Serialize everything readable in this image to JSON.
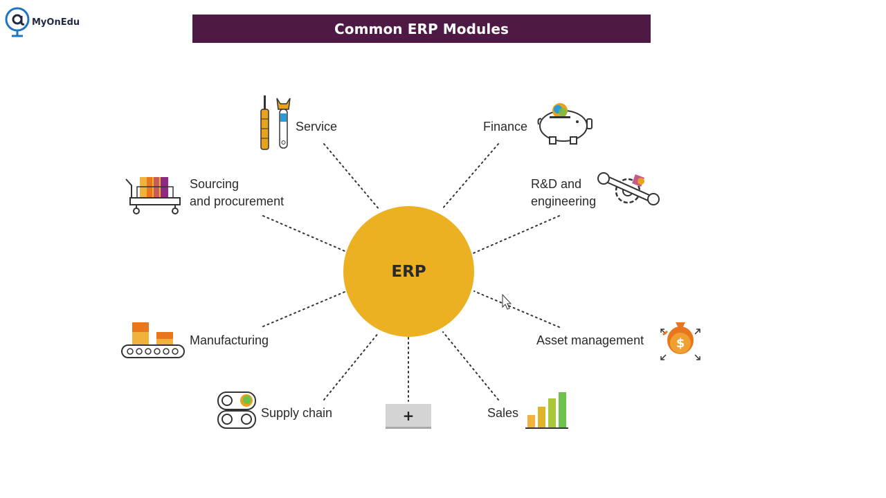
{
  "brand": {
    "name": "MyOnEdu"
  },
  "title": "Common ERP Modules",
  "center": "ERP",
  "modules": {
    "service": "Service",
    "finance": "Finance",
    "sourcing_line1": "Sourcing",
    "sourcing_line2": "and procurement",
    "rd_line1": "R&D and",
    "rd_line2": "engineering",
    "manufacturing": "Manufacturing",
    "asset_management": "Asset management",
    "supply_chain": "Supply chain",
    "sales": "Sales"
  },
  "add_button": "+",
  "colors": {
    "banner": "#4e1a45",
    "hub": "#ecb123",
    "accent_orange": "#e8761c",
    "accent_green": "#6cc24a"
  }
}
